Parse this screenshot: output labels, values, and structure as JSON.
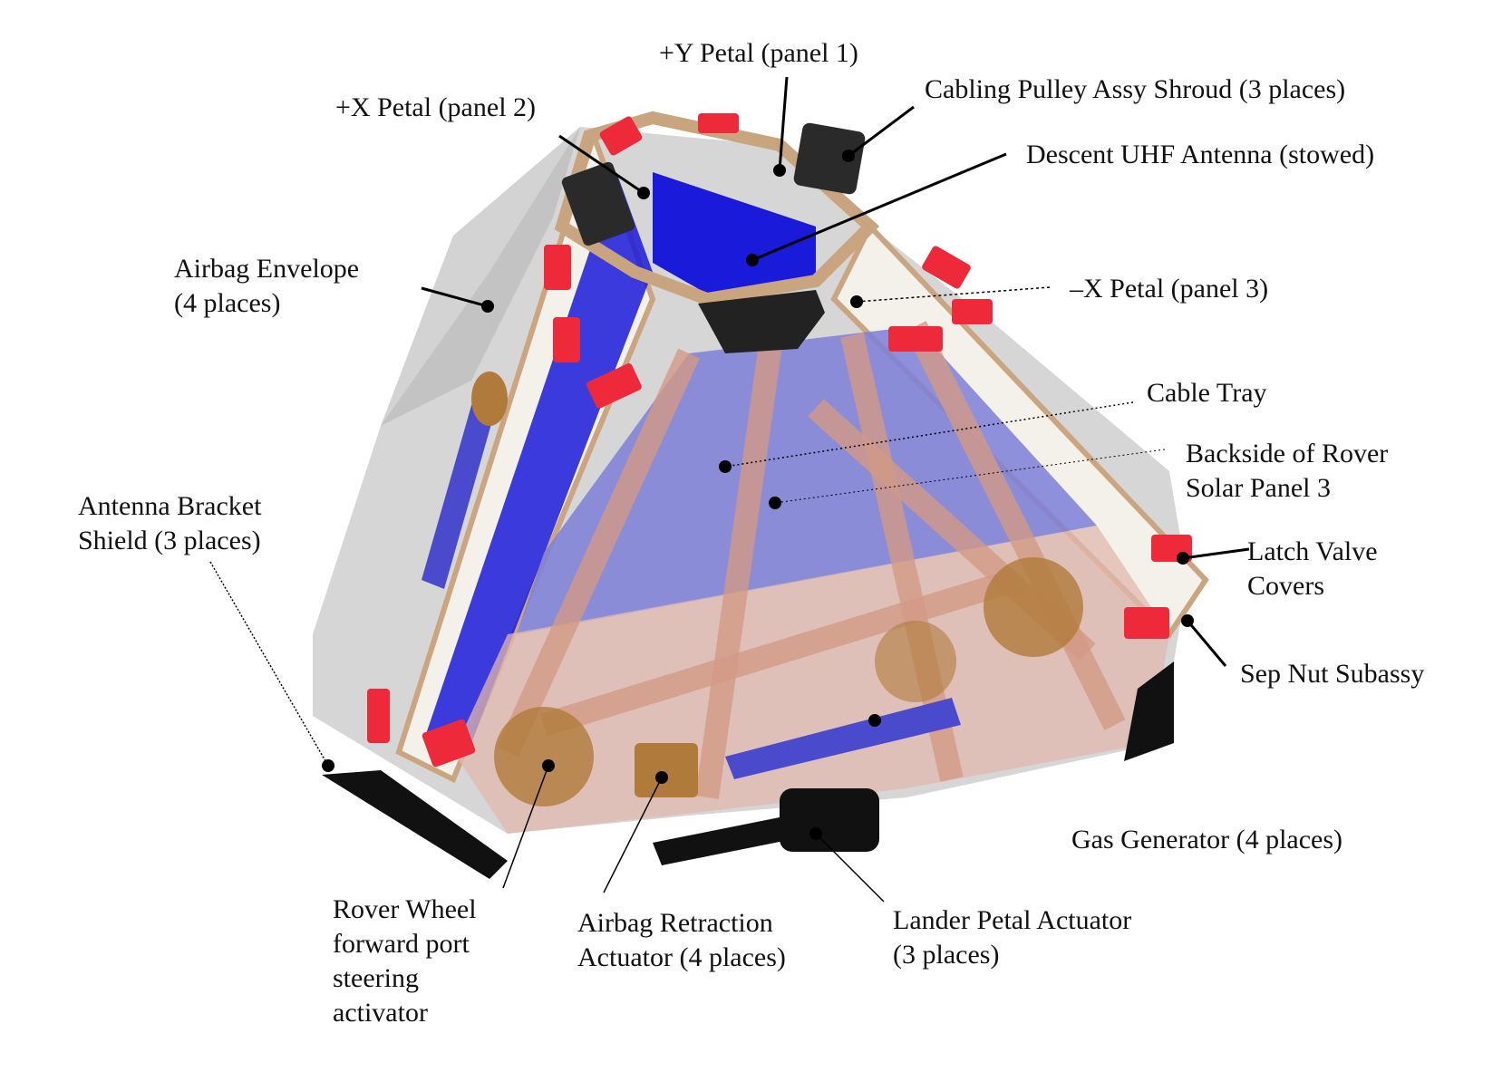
{
  "labels": {
    "y_petal": [
      "+Y Petal (panel 1)"
    ],
    "x_petal": [
      "+X Petal (panel 2)"
    ],
    "cabling_pulley": [
      "Cabling Pulley Assy Shroud (3 places)"
    ],
    "descent_uhf": [
      "Descent UHF Antenna (stowed)"
    ],
    "airbag_envelope": [
      "Airbag Envelope",
      "(4 places)"
    ],
    "neg_x_petal": [
      "–X Petal (panel 3)"
    ],
    "cable_tray": [
      "Cable Tray"
    ],
    "backside_solar": [
      "Backside of Rover",
      "Solar Panel 3"
    ],
    "antenna_bracket": [
      "Antenna Bracket",
      "Shield (3 places)"
    ],
    "latch_valve": [
      "Latch Valve",
      "Covers"
    ],
    "sep_nut": [
      "Sep Nut Subassy"
    ],
    "gas_generator": [
      "Gas Generator (4 places)"
    ],
    "rover_wheel": [
      "Rover Wheel",
      "forward port",
      "steering",
      "activator"
    ],
    "airbag_retraction": [
      "Airbag Retraction",
      "Actuator (4 places)"
    ],
    "lander_petal": [
      "Lander Petal Actuator",
      "(3 places)"
    ]
  },
  "colors": {
    "airbag": "#c8c8c8",
    "solar_panel": "#7d7fd8",
    "truss": "#d9a08a",
    "frame": "#c9a57f",
    "petal_blue": "#1a1adb",
    "red_cover": "#ee2a3a",
    "black_part": "#1a1a1a",
    "bronze": "#b07a3a"
  },
  "icons": [
    "leader-dot",
    "leader-line"
  ]
}
